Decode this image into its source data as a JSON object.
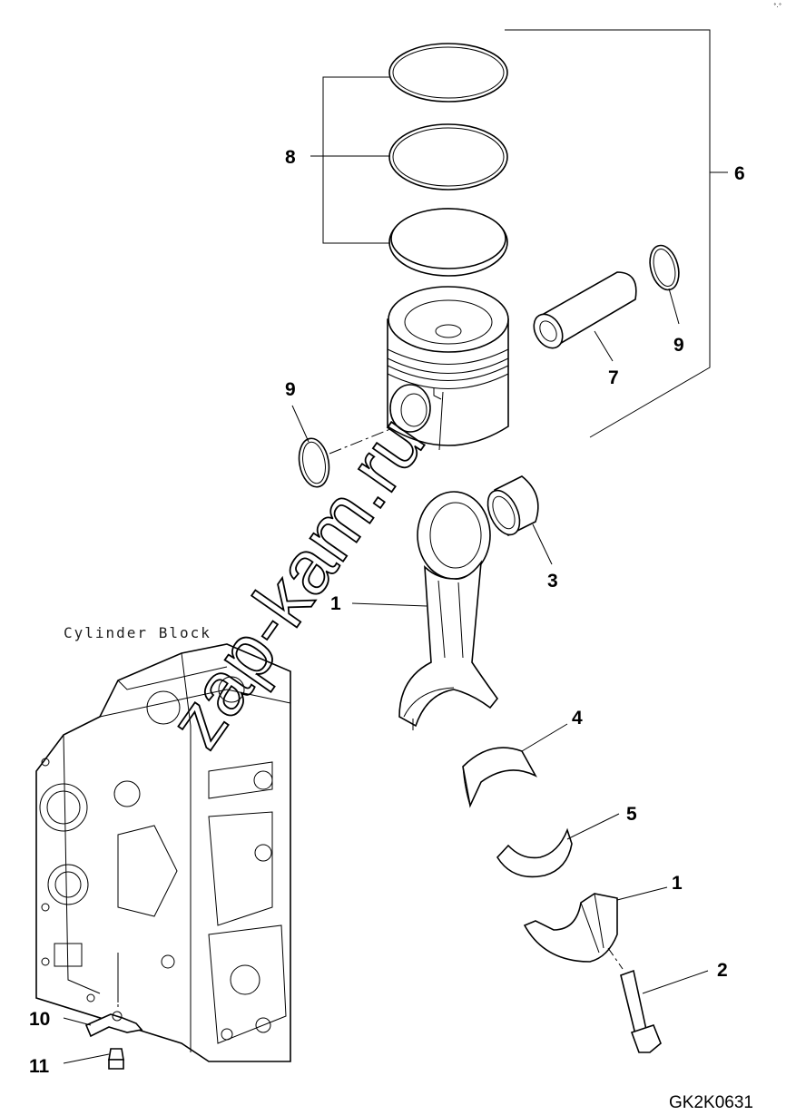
{
  "diagram": {
    "figure_id": "GK2K0631",
    "block_label": "Cylinder Block",
    "watermark": "zap-kam.ru",
    "callouts": {
      "conrod_upper": "1",
      "conrod_cap": "1",
      "bolt": "2",
      "bushing": "3",
      "bearing_upper": "4",
      "bearing_lower": "5",
      "piston_assembly": "6",
      "piston_pin": "7",
      "piston_rings": "8",
      "snap_ring_left": "9",
      "snap_ring_right": "9",
      "oil_jet": "10",
      "bolt_small": "11"
    }
  }
}
